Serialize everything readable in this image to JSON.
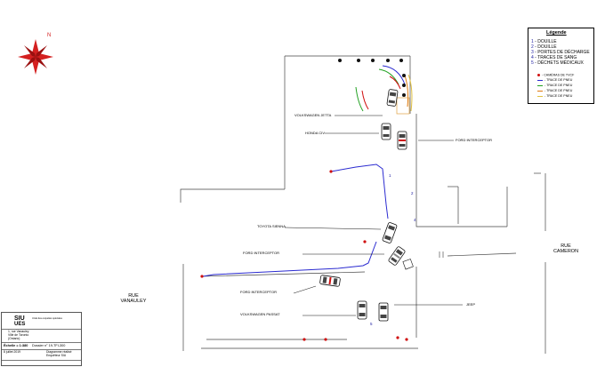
{
  "compass": {
    "north_label": "N"
  },
  "legend": {
    "title": "Légende",
    "items": [
      {
        "num": "1",
        "label": " - DOUILLE"
      },
      {
        "num": "2",
        "label": " - DOUILLE"
      },
      {
        "num": "3",
        "label": " - PORTES DE DÉCHARGE"
      },
      {
        "num": "4",
        "label": " - TRACES DE SANG"
      },
      {
        "num": "5",
        "label": " - DÉCHETS MÉDICAUX"
      }
    ],
    "lines": [
      {
        "label": "- CAMÉRAS DE TVCF",
        "color": "#d01010"
      },
      {
        "label": "- TRACE DE PNEU",
        "color": "#2a2ad0"
      },
      {
        "label": "- TRACE DE PNEU",
        "color": "#20a020"
      },
      {
        "label": "- TRACE DE PNEU",
        "color": "#e07a10"
      },
      {
        "label": "- TRACE DE PNEU",
        "color": "#e0c040"
      }
    ]
  },
  "vehicles": {
    "volkswagen_jetta": "VOLKSWAGEN JETTA",
    "honda_civic": "HONDA CIV",
    "ford_interceptor_1": "FORD INTERCEPTOR",
    "toyota_sienna": "TOYOTA SIENNA",
    "ford_interceptor_2": "FORD INTERCEPTOR",
    "ford_interceptor_3": "FORD INTERCEPTOR",
    "volkswagen_passat": "VOLKSWAGEN PASSAT",
    "jeep": "JEEP"
  },
  "streets": {
    "vanauley": "RUE\nVANAULEY",
    "cameron": "RUE\nCAMERON"
  },
  "markers": {
    "m1": "1",
    "m2": "2",
    "m3": "4",
    "m4": "5"
  },
  "cartouche": {
    "logo": "SIU",
    "logo_sub": "UES",
    "org": "Unité des enquêtes spéciales",
    "address_1": "1, rue Vanauley",
    "address_2": "Ville de Toronto",
    "address_3": "(Ontario)",
    "echelle": "Échelle = 1:380",
    "dossier": "Dossier n° 19-TFI-300",
    "date": "8 juillet 2019",
    "plan_type": "Diagramme réalisé",
    "author": "Enquêteur SIU"
  },
  "colors": {
    "camera": "#d01010",
    "tire_blue": "#2a2ad0",
    "tire_green": "#20a020",
    "tire_orange": "#e07a10",
    "tire_yellow": "#e0c040",
    "police_stripe": "#d01010"
  }
}
